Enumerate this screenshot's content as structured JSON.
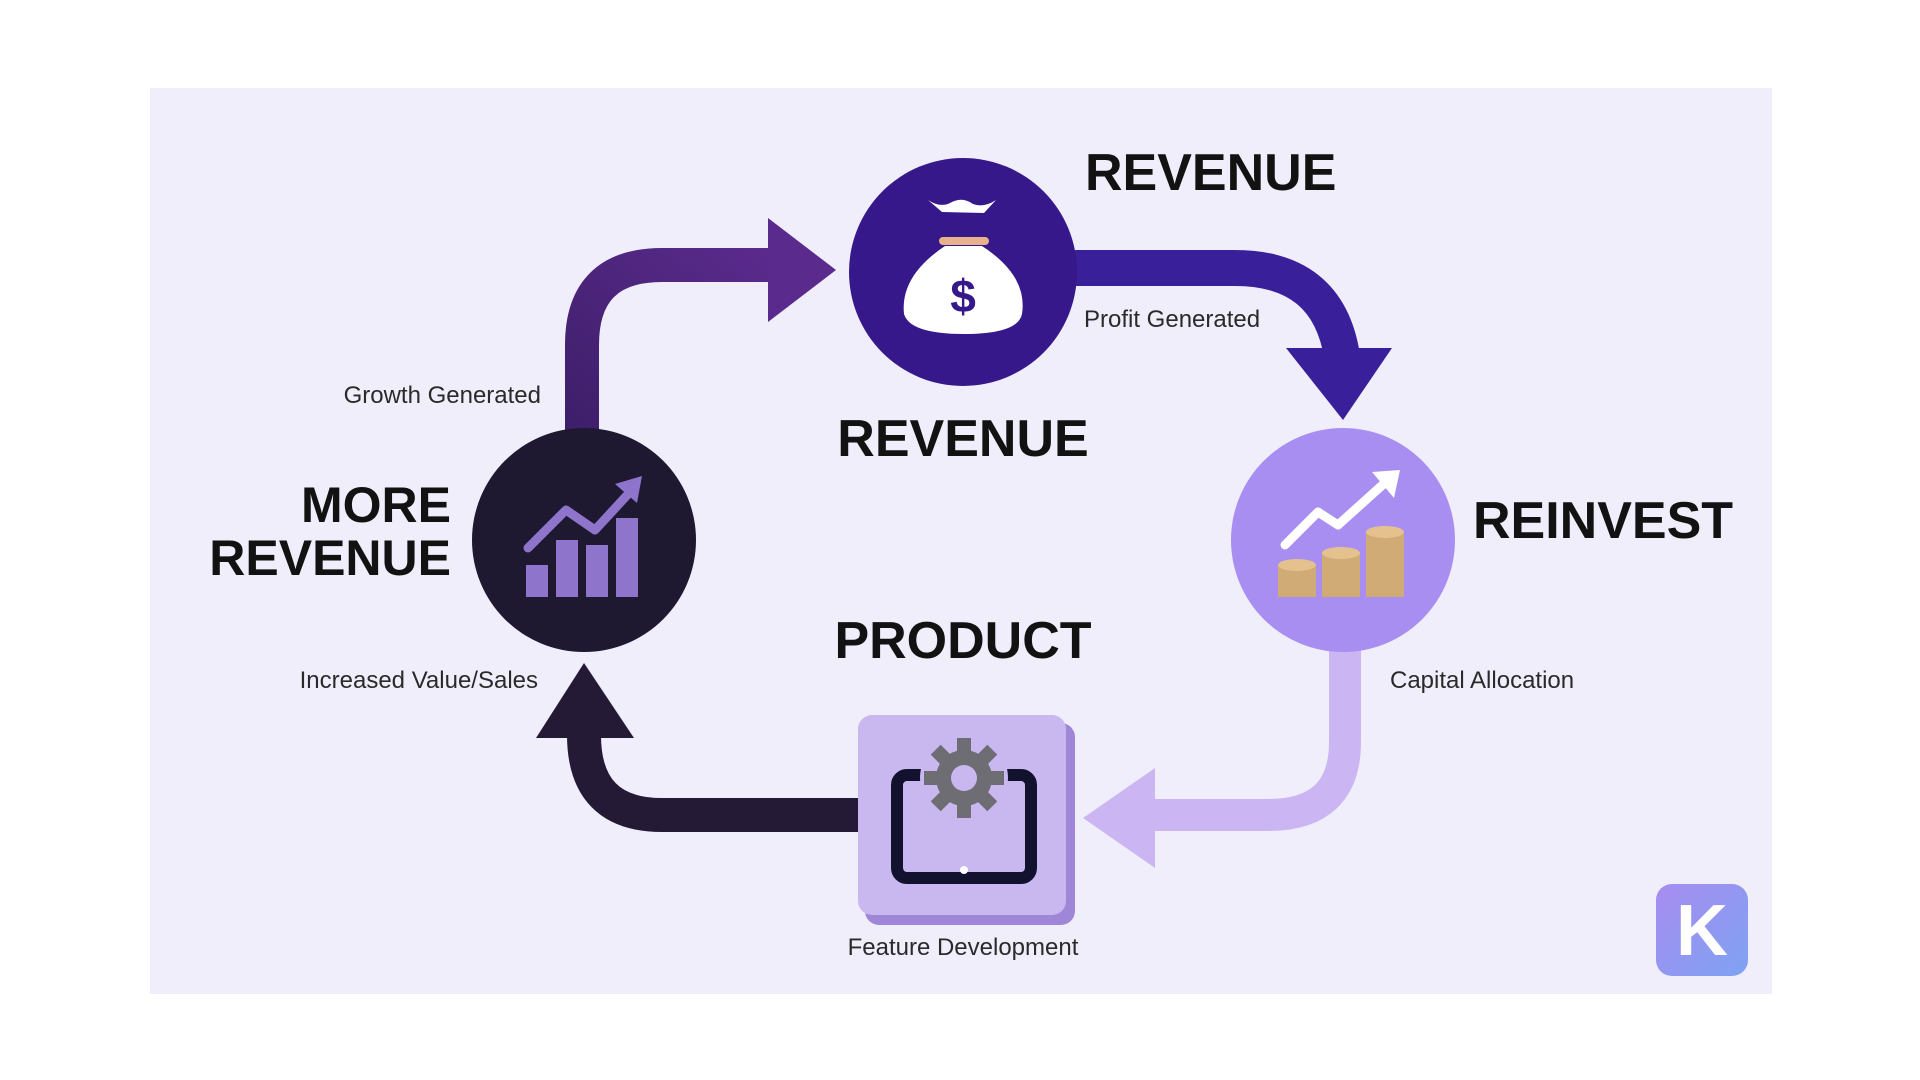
{
  "diagram": {
    "nodes": {
      "revenue": {
        "title": "REVENUE",
        "label": "REVENUE",
        "caption": "Profit Generated",
        "icon": "money-bag-icon",
        "color": "#36188a"
      },
      "reinvest": {
        "title": "REINVEST",
        "caption": "Capital Allocation",
        "icon": "growth-coins-icon",
        "color": "#a98ef2"
      },
      "product": {
        "title": "PRODUCT",
        "caption": "Feature Development",
        "icon": "tablet-gear-icon",
        "color": "#c9b7f0"
      },
      "more_revenue": {
        "title_line1": "MORE",
        "title_line2": "REVENUE",
        "caption_top": "Growth Generated",
        "caption_bottom": "Increased Value/Sales",
        "icon": "bar-chart-growth-icon",
        "color": "#1e1830"
      }
    },
    "logo": {
      "letter": "K"
    },
    "colors": {
      "panel_bg": "#f1eefb",
      "arrow_top_left": "#4a2478",
      "arrow_top_right": "#3a1f9a",
      "arrow_bottom_right": "#cbb6f3",
      "arrow_bottom_left": "#241a36"
    }
  }
}
